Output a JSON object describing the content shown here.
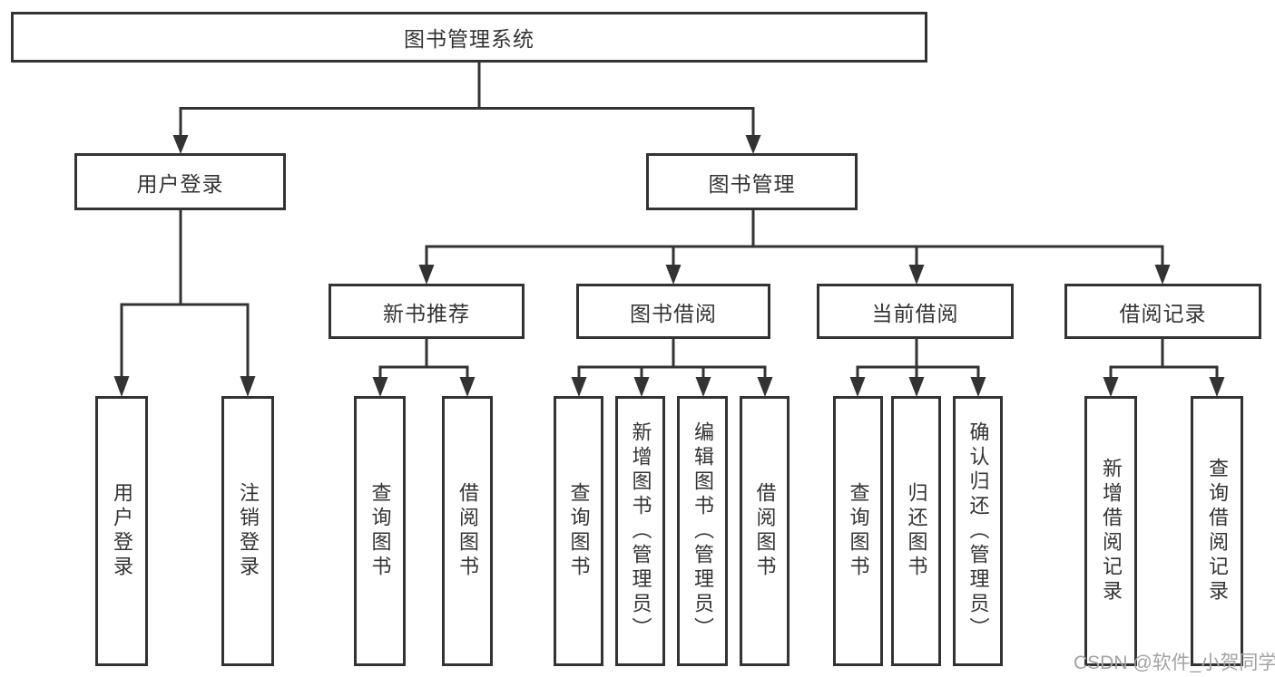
{
  "diagram": {
    "root": "图书管理系统",
    "branches": {
      "login": {
        "label": "用户登录",
        "children": [
          "用户登录",
          "注销登录"
        ]
      },
      "management": {
        "label": "图书管理",
        "children": {
          "new_books": {
            "label": "新书推荐",
            "children": [
              "查询图书",
              "借阅图书"
            ]
          },
          "borrowing": {
            "label": "图书借阅",
            "children": [
              "查询图书",
              "新增图书（管理员）",
              "编辑图书（管理员）",
              "借阅图书"
            ]
          },
          "current": {
            "label": "当前借阅",
            "children": [
              "查询图书",
              "归还图书",
              "确认归还（管理员）"
            ]
          },
          "records": {
            "label": "借阅记录",
            "children": [
              "新增借阅记录",
              "查询借阅记录"
            ]
          }
        }
      }
    }
  },
  "watermark": "CSDN @软件_小贺同学",
  "colors": {
    "line": "#333333",
    "text": "#333333",
    "background": "#ffffff",
    "watermark": "#a3a3a3"
  }
}
